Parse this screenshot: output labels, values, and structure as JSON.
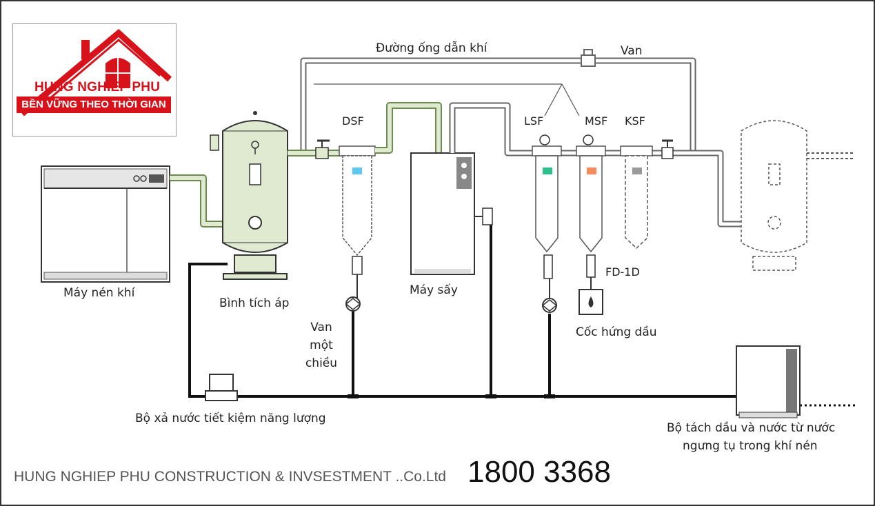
{
  "brand": {
    "name": "HUNG NGHIEP PHU",
    "slogan": "BỀN VỮNG THEO THỜI GIAN",
    "red": "#d8121b"
  },
  "diagram": {
    "labels": {
      "pipe": "Đường ống dẫn khí",
      "valve": "Van",
      "dsf": "DSF",
      "lsf": "LSF",
      "msf": "MSF",
      "ksf": "KSF",
      "fd": "FD-1D",
      "compressor": "Máy nén khí",
      "tank": "Bình tích áp",
      "dryer": "Máy sấy",
      "check_valve_1": "Van",
      "check_valve_2": "một",
      "check_valve_3": "chiều",
      "oil_cup": "Cốc hứng dầu",
      "drain": "Bộ xả nước tiết kiệm năng lượng",
      "separator_1": "Bộ tách dầu và nước từ nước",
      "separator_2": "ngưng tụ trong khí nén"
    },
    "colors": {
      "tank_fill": "#dfead0",
      "filter_dsf": "#5bc8f0",
      "filter_lsf": "#2ec08a",
      "filter_msf": "#f58a5a",
      "filter_ksf": "#9a9a9a"
    }
  },
  "footer": {
    "company": "HUNG NGHIEP PHU CONSTRUCTION & INVSESTMENT ..Co.Ltd",
    "hotline": "1800 3368"
  }
}
